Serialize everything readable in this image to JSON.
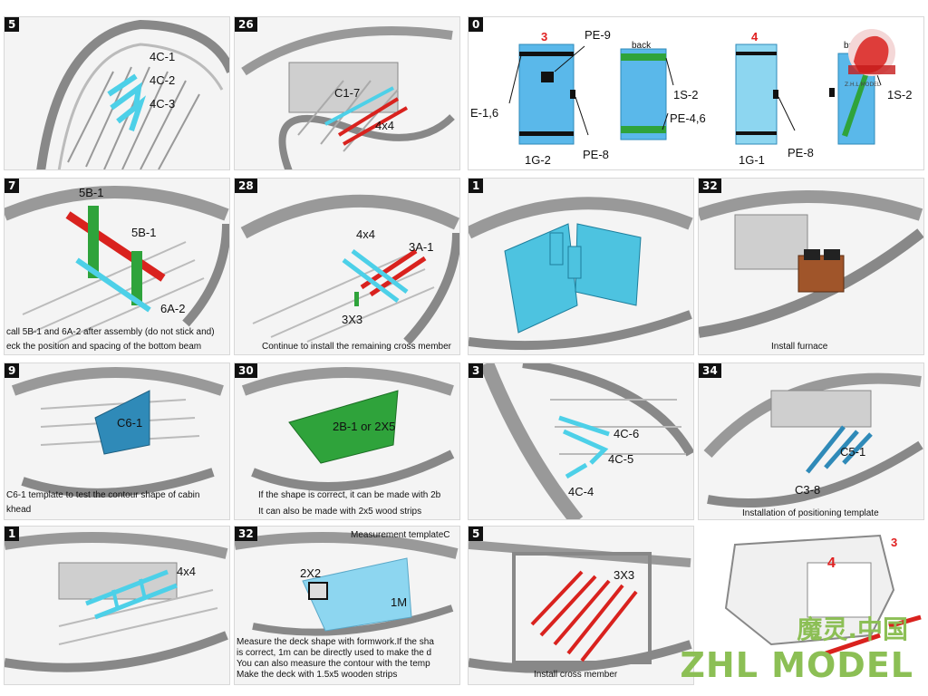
{
  "steps": {
    "s25": {
      "num": "5",
      "labels": [
        "4C-1",
        "4C-2",
        "4C-3"
      ]
    },
    "s26": {
      "num": "26",
      "labels": [
        "C1-7",
        "4x4"
      ]
    },
    "s27": {
      "num": "7",
      "labels": [
        "5B-1",
        "5B-1",
        "6A-2"
      ],
      "captions": [
        "call 5B-1 and 6A-2 after assembly (do not stick and)",
        "eck the position and spacing of the bottom beam"
      ]
    },
    "s28": {
      "num": "28",
      "labels": [
        "4x4",
        "3A-1",
        "3X3"
      ],
      "captions": [
        "Continue to install the remaining cross member"
      ]
    },
    "s29": {
      "num": "9",
      "labels": [
        "C6-1"
      ],
      "captions": [
        "C6-1 template to test the contour shape of cabin",
        "khead"
      ]
    },
    "s30": {
      "num": "30",
      "labels": [
        "2B-1  or  2X5"
      ],
      "captions": [
        "If the shape is correct, it can be made with 2b",
        "It can also be made with 2x5 wood strips"
      ]
    },
    "s31": {
      "num": "1",
      "labels": [
        "4x4"
      ]
    },
    "s32a": {
      "num": "32",
      "labels": [
        "2X2",
        "1M",
        "Measurement templateC"
      ],
      "captions": [
        "Measure the deck shape with formwork.If the sha",
        "is correct, 1m can be directly used to make the d",
        "You can also measure the contour with the temp",
        "Make the deck with 1.5x5 wooden strips"
      ]
    },
    "s30r": {
      "num": "0",
      "labels": [
        "3",
        "PE-9",
        "back",
        "E-1,6",
        "1S-2",
        "PE-4,6",
        "PE-8",
        "1G-2",
        "4",
        "PE-8",
        "1G-1",
        "back",
        "1S-2"
      ]
    },
    "s31r": {
      "num": "1"
    },
    "s32r": {
      "num": "32",
      "captions": [
        "Install furnace"
      ]
    },
    "s33": {
      "num": "3",
      "labels": [
        "4C-6",
        "4C-5",
        "4C-4"
      ]
    },
    "s34": {
      "num": "34",
      "labels": [
        "C5-1",
        "C3-8"
      ],
      "captions": [
        "Installation of positioning template"
      ]
    },
    "s35": {
      "num": "5",
      "labels": [
        "3X3"
      ],
      "captions": [
        "Install cross member"
      ]
    },
    "s36": {
      "labels": [
        "3",
        "4"
      ]
    }
  },
  "brand": {
    "cn": "魔灵.中国",
    "en": "ZHL MODEL",
    "logo_text": "Z.H.L  MODEL"
  },
  "colors": {
    "cyan": "#4dd0e8",
    "red": "#d9221e",
    "green": "#2fa33b",
    "blue": "#2f8ab8",
    "light_blue": "#8dd6f0"
  }
}
